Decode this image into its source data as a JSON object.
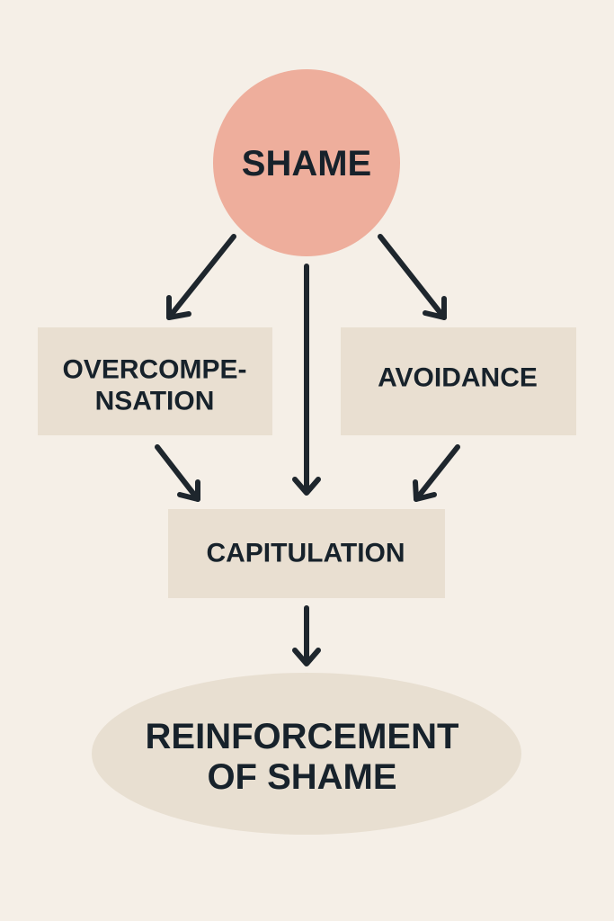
{
  "colors": {
    "background": "#f5efe7",
    "shame_circle": "#eeae9c",
    "box_fill": "#e9dfd1",
    "ellipse_fill": "#e8dfd1",
    "text": "#17222b",
    "arrow": "#1e262d"
  },
  "nodes": {
    "shame": {
      "label": "SHAME"
    },
    "overcompensation": {
      "line1": "OVERCOMPE-",
      "line2": "NSATION"
    },
    "avoidance": {
      "label": "AVOIDANCE"
    },
    "capitulation": {
      "label": "CAPITULATION"
    },
    "reinforcement": {
      "line1": "REINFORCEMENT",
      "line2": "OF SHAME"
    }
  },
  "edges": [
    {
      "from": "shame",
      "to": "overcompensation"
    },
    {
      "from": "shame",
      "to": "capitulation"
    },
    {
      "from": "shame",
      "to": "avoidance"
    },
    {
      "from": "overcompensation",
      "to": "capitulation"
    },
    {
      "from": "avoidance",
      "to": "capitulation"
    },
    {
      "from": "capitulation",
      "to": "reinforcement"
    }
  ]
}
